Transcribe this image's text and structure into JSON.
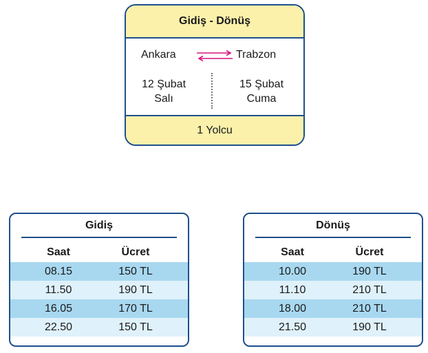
{
  "ticket": {
    "title": "Gidiş - Dönüş",
    "from_city": "Ankara",
    "to_city": "Trabzon",
    "outbound_date": "12 Şubat",
    "outbound_day": "Salı",
    "return_date": "15 Şubat",
    "return_day": "Cuma",
    "passengers": "1 Yolcu",
    "arrow_color": "#d4167e"
  },
  "departure": {
    "title": "Gidiş",
    "headers": [
      "Saat",
      "Ücret"
    ],
    "rows": [
      {
        "time": "08.15",
        "price": "150 TL"
      },
      {
        "time": "11.50",
        "price": "190 TL"
      },
      {
        "time": "16.05",
        "price": "170 TL"
      },
      {
        "time": "22.50",
        "price": "150 TL"
      }
    ]
  },
  "return": {
    "title": "Dönüş",
    "headers": [
      "Saat",
      "Ücret"
    ],
    "rows": [
      {
        "time": "10.00",
        "price": "190 TL"
      },
      {
        "time": "11.10",
        "price": "210 TL"
      },
      {
        "time": "18.00",
        "price": "210 TL"
      },
      {
        "time": "21.50",
        "price": "190 TL"
      }
    ]
  },
  "colors": {
    "border": "#1d4f8c",
    "header_fill": "#fbf1ab",
    "row_dark": "#a8d8f0",
    "row_light": "#dff1fb"
  }
}
